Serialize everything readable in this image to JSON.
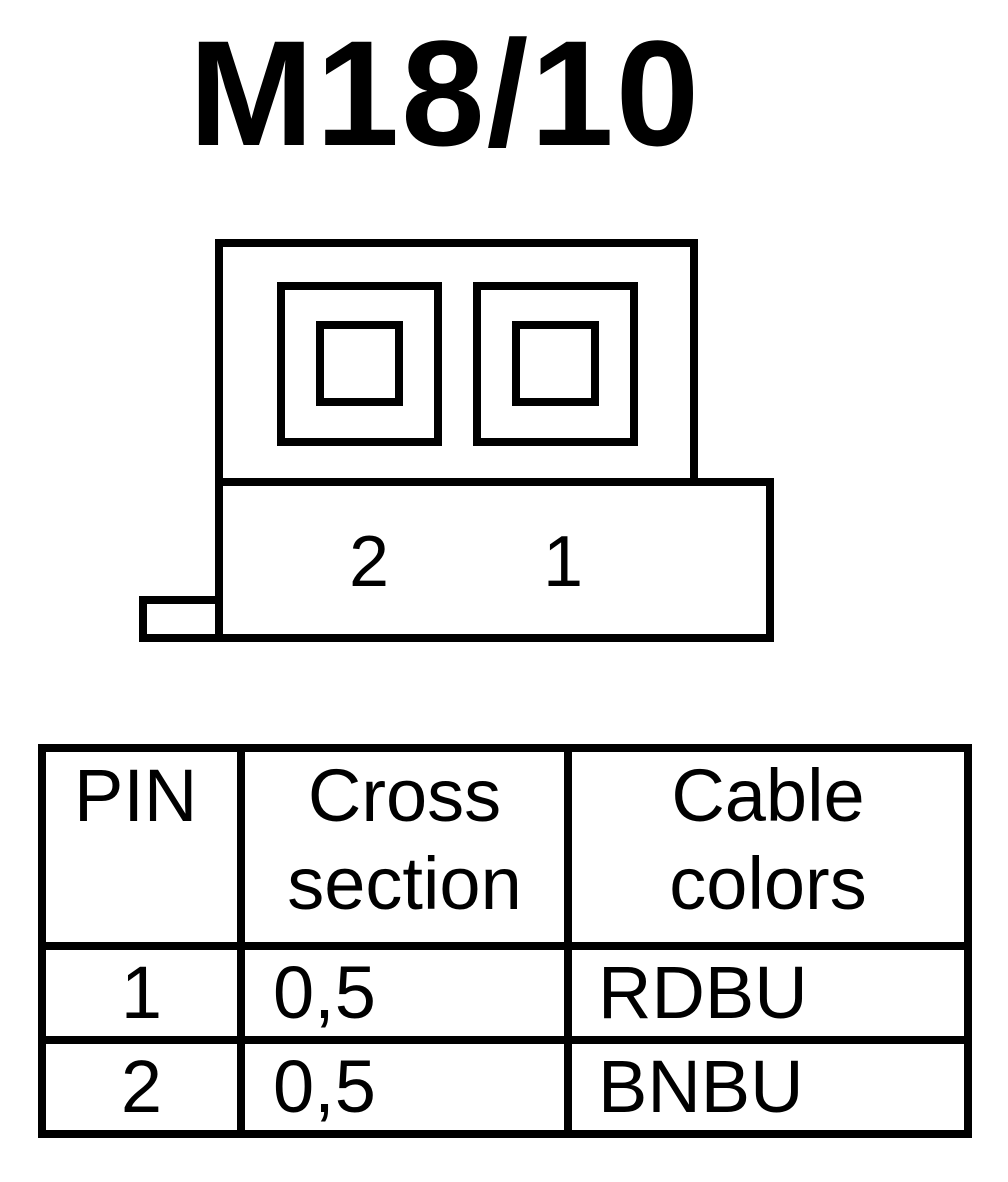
{
  "title": "M18/10",
  "connector": {
    "pin_labels": [
      "2",
      "1"
    ]
  },
  "table": {
    "headers": {
      "pin": "PIN",
      "cross_section_line1": "Cross",
      "cross_section_line2": "section",
      "cable_colors_line1": "Cable",
      "cable_colors_line2": "colors"
    },
    "rows": [
      {
        "pin": "1",
        "cross_section": "0,5",
        "cable_color": "RDBU"
      },
      {
        "pin": "2",
        "cross_section": "0,5",
        "cable_color": "BNBU"
      }
    ]
  }
}
